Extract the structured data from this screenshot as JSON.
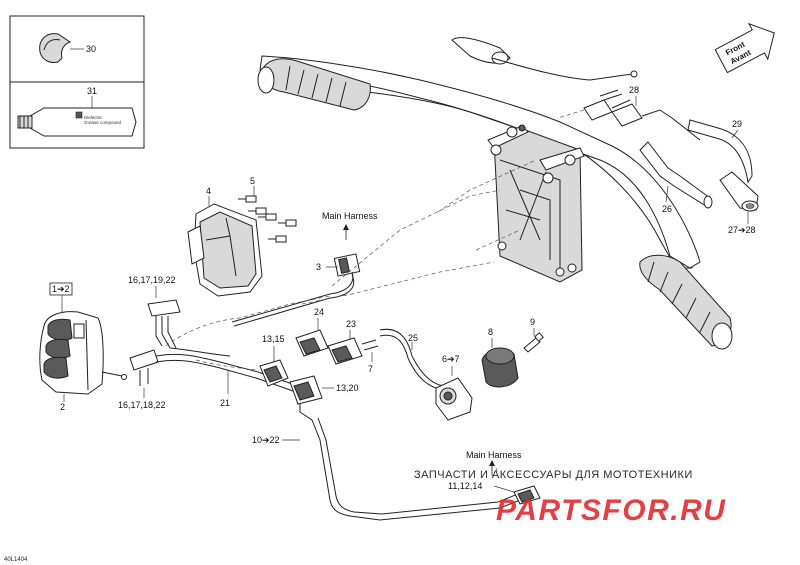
{
  "diagram_id": "40L1404",
  "direction_label": {
    "line1": "Front",
    "line2": "Avant"
  },
  "harness_labels": {
    "main_harness_top": "Main Harness",
    "main_harness_bottom": "Main Harness"
  },
  "tube_text": {
    "line1": "Dielectric",
    "line2": "Grease compound"
  },
  "callouts": {
    "p30": "30",
    "p31": "31",
    "p4": "4",
    "p5": "5",
    "p3": "3",
    "p1_2": "1➔2",
    "p2": "2",
    "p16a": "16,17,19,22",
    "p16b": "16,17,18,22",
    "p21": "21",
    "p24": "24",
    "p13_15": "13,15",
    "p23": "23",
    "p7": "7",
    "p25": "25",
    "p13_20": "13,20",
    "p10_22": "10➔22",
    "p8": "8",
    "p9": "9",
    "p6_7": "6➔7",
    "p28": "28",
    "p29": "29",
    "p26": "26",
    "p27_28": "27➔28",
    "p11": "11,12,14"
  },
  "watermark": {
    "tagline": "ЗАПЧАСТИ И АКСЕССУАРЫ ДЛЯ МОТОТЕХНИКИ",
    "brand": "PARTSFOR.RU"
  },
  "colors": {
    "line": "#222222",
    "watermark": "#e0262b"
  }
}
